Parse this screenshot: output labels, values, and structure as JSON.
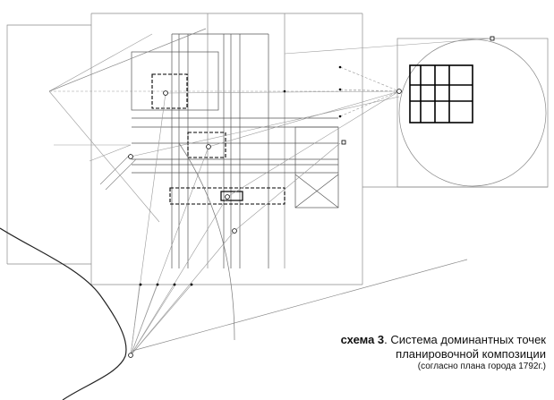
{
  "caption": {
    "label": "схема 3",
    "title_rest": ". Система доминантных точек",
    "line2": "планировочной композиции",
    "line3": "(согласно плана города 1792г.)"
  }
}
